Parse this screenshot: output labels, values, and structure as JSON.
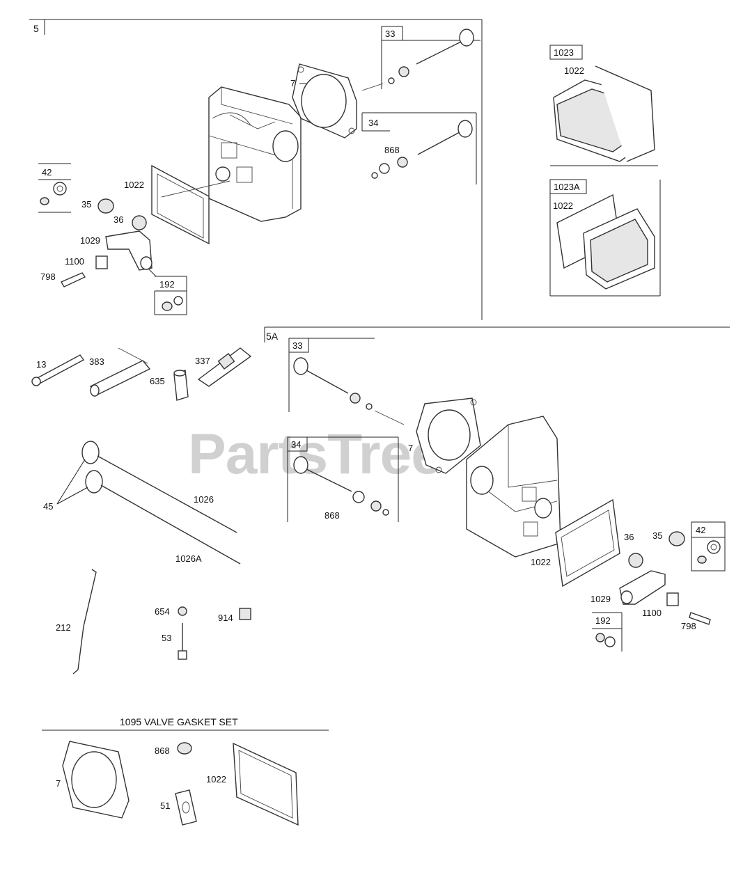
{
  "watermark": "PartsTree",
  "sections": {
    "s5": "5",
    "s5a": "5A"
  },
  "boxes": {
    "b33a": "33",
    "b34a": "34",
    "b42a": "42",
    "b192a": "192",
    "b1023": "1023",
    "b1023a": "1023A",
    "b33b": "33",
    "b34b": "34",
    "b42b": "42",
    "b192b": "192"
  },
  "kit_title": "1095 VALVE GASKET SET",
  "labels": {
    "p7a": "7",
    "p1022a": "1022",
    "p35a": "35",
    "p36a": "36",
    "p1029a": "1029",
    "p1100a": "1100",
    "p798a": "798",
    "p868a": "868",
    "p1022t": "1022",
    "p1022u": "1022",
    "p13": "13",
    "p383": "383",
    "p635": "635",
    "p337": "337",
    "p45": "45",
    "p1026": "1026",
    "p1026a": "1026A",
    "p212": "212",
    "p654": "654",
    "p53": "53",
    "p914": "914",
    "p868b": "868",
    "p7b": "7",
    "p36b": "36",
    "p35b": "35",
    "p1022b": "1022",
    "p1029b": "1029",
    "p1100b": "1100",
    "p798b": "798",
    "p7k": "7",
    "p868k": "868",
    "p51": "51",
    "p1022k": "1022"
  }
}
